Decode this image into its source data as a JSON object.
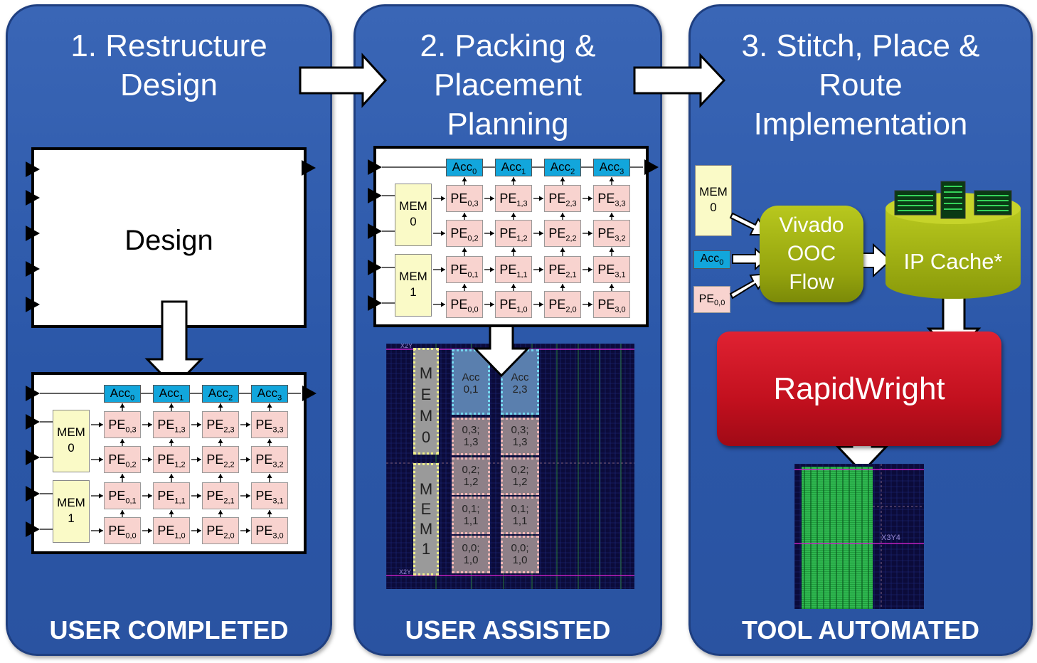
{
  "panels": [
    {
      "title_lines": [
        "1. Restructure",
        "Design"
      ],
      "footer": "USER COMPLETED"
    },
    {
      "title_lines": [
        "2. Packing &",
        "Placement",
        "Planning"
      ],
      "footer": "USER ASSISTED"
    },
    {
      "title_lines": [
        "3. Stitch, Place &",
        "Route",
        "Implementation"
      ],
      "footer": "TOOL AUTOMATED"
    }
  ],
  "design_box": {
    "label": "Design"
  },
  "mem_labels": [
    [
      "MEM",
      "0"
    ],
    [
      "MEM",
      "1"
    ]
  ],
  "acc_labels": [
    "Acc0",
    "Acc1",
    "Acc2",
    "Acc3"
  ],
  "pe_labels": [
    "PE0,3",
    "PE1,3",
    "PE2,3",
    "PE3,3",
    "PE0,2",
    "PE1,2",
    "PE2,2",
    "PE3,2",
    "PE0,1",
    "PE1,1",
    "PE2,1",
    "PE3,1",
    "PE0,0",
    "PE1,0",
    "PE2,0",
    "PE3,0"
  ],
  "floorplan": {
    "mem0": [
      "M",
      "E",
      "M",
      "0"
    ],
    "mem1": [
      "M",
      "E",
      "M",
      "1"
    ],
    "acc_blocks": [
      [
        "Acc",
        "0,1"
      ],
      [
        "Acc",
        "2,3"
      ]
    ],
    "pe_blocks_col1": [
      [
        "0,3;",
        "1,3"
      ],
      [
        "0,2;",
        "1,2"
      ],
      [
        "0,1;",
        "1,1"
      ],
      [
        "0,0;",
        "1,0"
      ]
    ],
    "pe_blocks_col2": [
      [
        "0,3;",
        "1,3"
      ],
      [
        "0,2;",
        "1,2"
      ],
      [
        "0,1;",
        "1,1"
      ],
      [
        "0,0;",
        "1,0"
      ]
    ],
    "corner_labels": [
      "X2Y",
      "X2Y"
    ]
  },
  "flow": {
    "mem": [
      "MEM",
      "0"
    ],
    "acc": "Acc0",
    "pe": "PE0,0",
    "vivado": [
      "Vivado",
      "OOC",
      "Flow"
    ],
    "ip_cache": "IP Cache*",
    "rapidwright": "RapidWright",
    "impl_label": "X3Y4"
  },
  "colors": {
    "panel": "#2b57a8",
    "acc": "#12a6dc",
    "pe": "#f8d3cf",
    "mem": "#fafac7",
    "vivado": "#9aaa10",
    "rapidwright": "#c2101e",
    "routing": "#1f9a3c"
  }
}
